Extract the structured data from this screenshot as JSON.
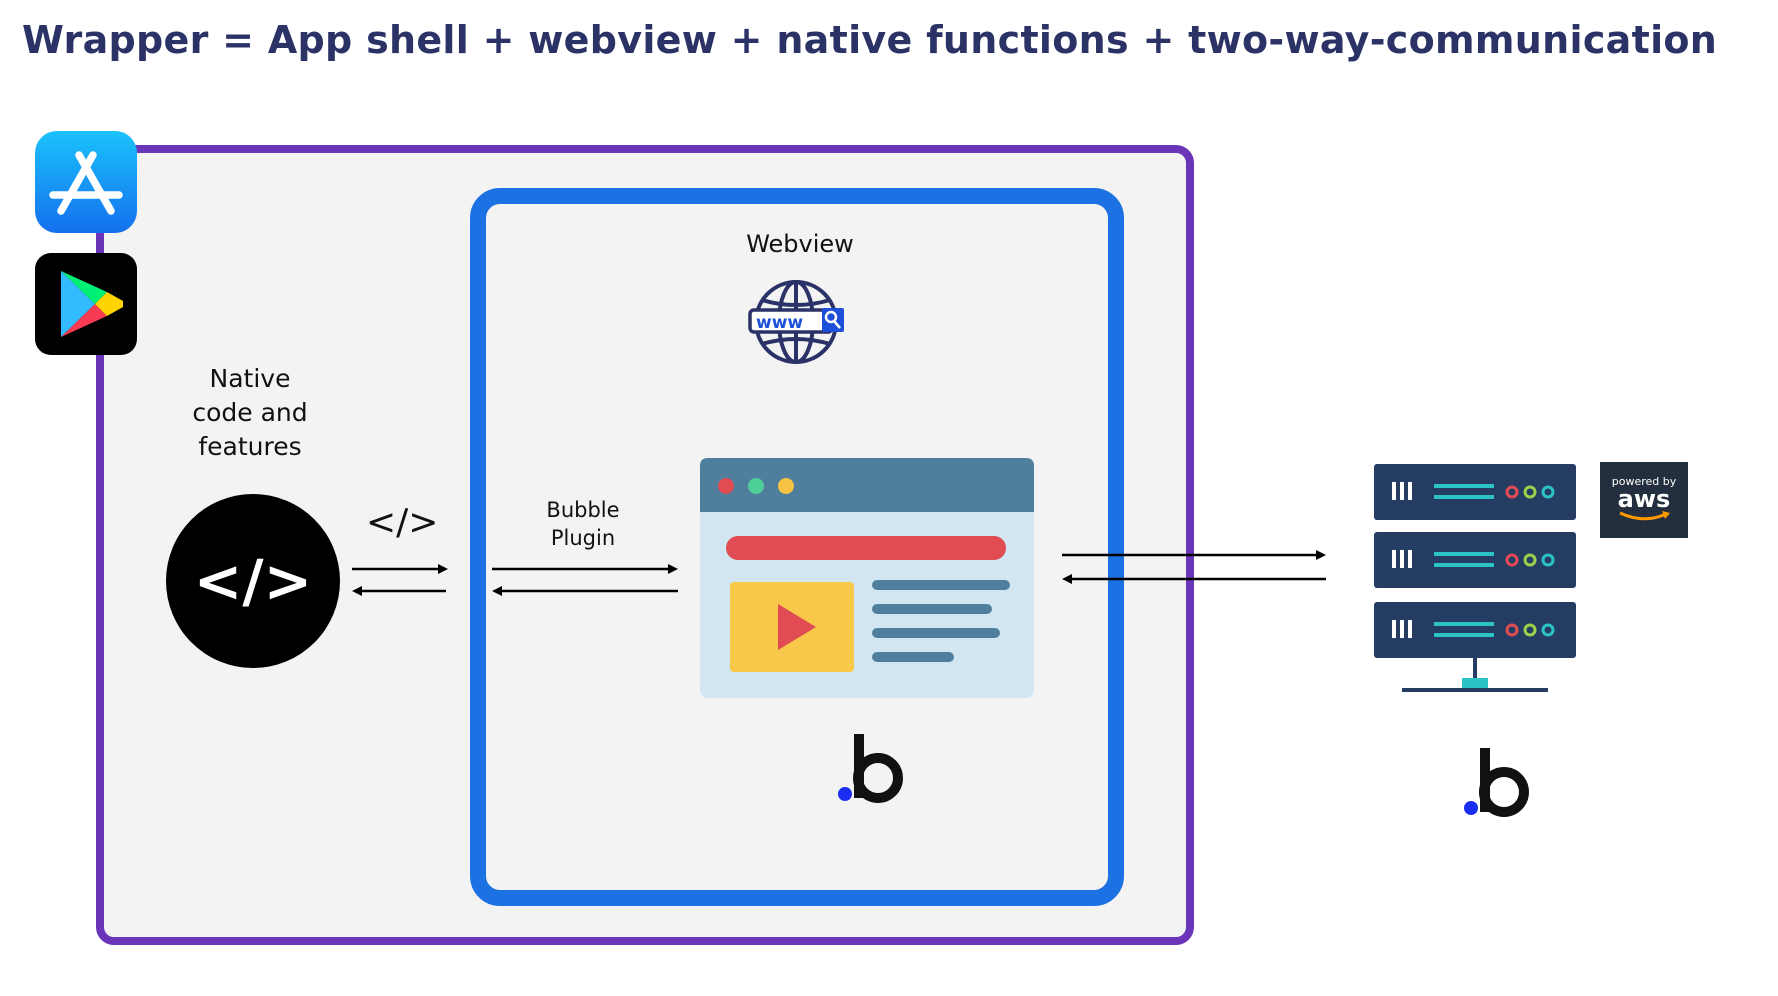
{
  "title": "Wrapper = App shell + webview + native functions + two-way-communication",
  "labels": {
    "native_line1": "Native",
    "native_line2": "code and",
    "native_line3": "features",
    "code_symbol": "</>",
    "webview": "Webview",
    "plugin_line1": "Bubble",
    "plugin_line2": "Plugin",
    "www": "www",
    "aws_powered": "powered by",
    "aws_logo": "aws"
  },
  "icons": {
    "app_store": "app-store-icon",
    "play_store": "google-play-icon",
    "code": "code-icon",
    "globe": "globe-www-icon",
    "browser": "browser-window-icon",
    "server": "server-rack-icon",
    "bubble": "bubble-logo-icon",
    "aws": "aws-logo-icon"
  },
  "colors": {
    "title": "#2b3266",
    "app_shell_border": "#6a35b9",
    "webview_border": "#1d72e3",
    "server": "#253d63",
    "accent_teal": "#2bc4c4"
  }
}
